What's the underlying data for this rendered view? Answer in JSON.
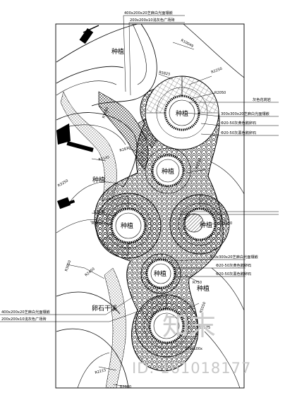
{
  "callouts_top": [
    "400x200x20芝麻白光面镶嵌",
    "200x200x10浅灰色广场砖"
  ],
  "callouts_right_upper": [
    "灰色花岗岩",
    "300x300x20芝麻白光面镶嵌",
    "Φ20-50灰黄色鹅卵石",
    "Φ20-50灰黑色鹅卵石"
  ],
  "callouts_right_lower": [
    "300x300x20芝麻白光面镶嵌",
    "Φ20-50灰黄色鹅卵石",
    "Φ20-50灰黑色鹅卵石"
  ],
  "callouts_left": [
    "400x200x20芝麻白光面镶嵌",
    "200x200x10浅灰色广场砖"
  ],
  "plant_labels": {
    "top": "种植",
    "circle1": "种植",
    "circle2": "种植",
    "left_mid": "种植",
    "circle3": "种植",
    "circle4": "种植",
    "circle5": "种植",
    "right_low": "种植",
    "dry_stream": "卵石干溪"
  },
  "dimensions": {
    "r10049": "R10049",
    "r2250a": "R2250",
    "r2050": "R2050",
    "r3250": "R3250",
    "r2875": "R2875",
    "r5825": "R5825",
    "r2145": "R2145",
    "r3250b": "R3250",
    "r2340": "R2340",
    "r2600": "R2600",
    "r2800": "R2800",
    "r2250b": "R2250",
    "r2450": "R2450",
    "r3050": "R3050",
    "r750": "R750",
    "r5550": "R5550",
    "r2215": "R2215",
    "r2080": "R2080",
    "r2175": "R2175",
    "dim200x100": "200x100x"
  },
  "watermark": {
    "brand": "知末",
    "id_text": "ID: 161018177"
  }
}
